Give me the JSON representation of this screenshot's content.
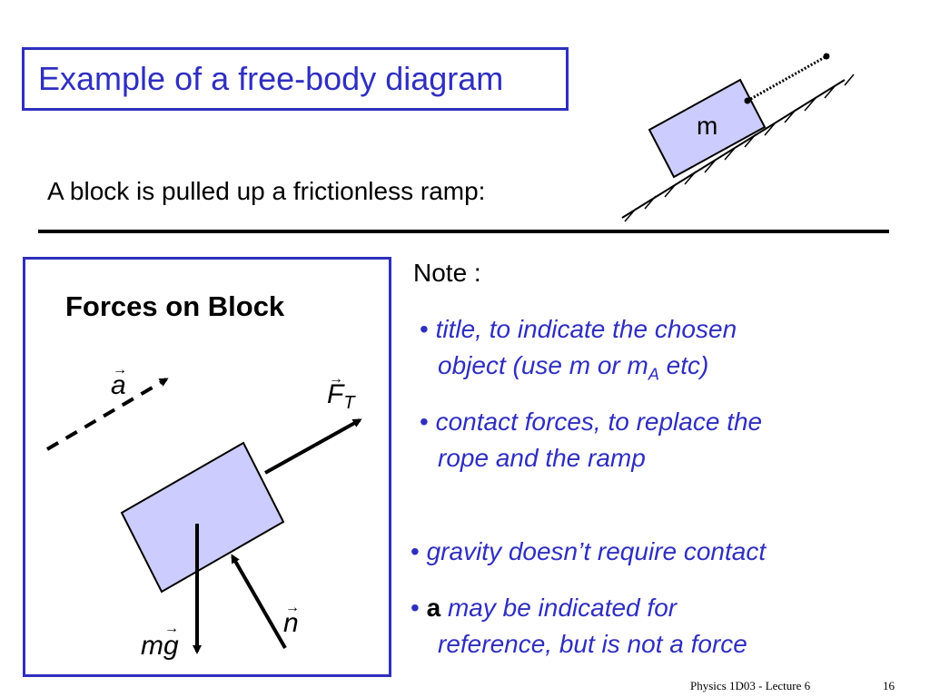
{
  "slide": {
    "title": "Example of a free-body diagram",
    "subtitle": "A block is pulled up a frictionless ramp:",
    "ramp_block_label": "m"
  },
  "fbd": {
    "heading": "Forces on Block",
    "labels": {
      "acceleration": "a",
      "tension": "F",
      "tension_sub": "T",
      "normal": "n",
      "weight_m": "m",
      "weight_g": "g"
    },
    "colors": {
      "block_fill": "#ccccff",
      "frame": "#2f2fbf"
    }
  },
  "notes": {
    "heading": "Note :",
    "bullet1_line1": "title, to indicate the chosen",
    "bullet1_line2_pre": "object (use m or m",
    "bullet1_line2_sub": "A",
    "bullet1_line2_post": " etc)",
    "bullet2_line1": "contact forces, to replace the",
    "bullet2_line2": "rope and the ramp",
    "bullet3": "gravity doesn’t require contact",
    "bullet4_bold": "a",
    "bullet4_line1": " may be indicated for",
    "bullet4_line2": "reference, but is not a force"
  },
  "footer": {
    "course": "Physics 1D03 - Lecture 6",
    "page": "16"
  }
}
